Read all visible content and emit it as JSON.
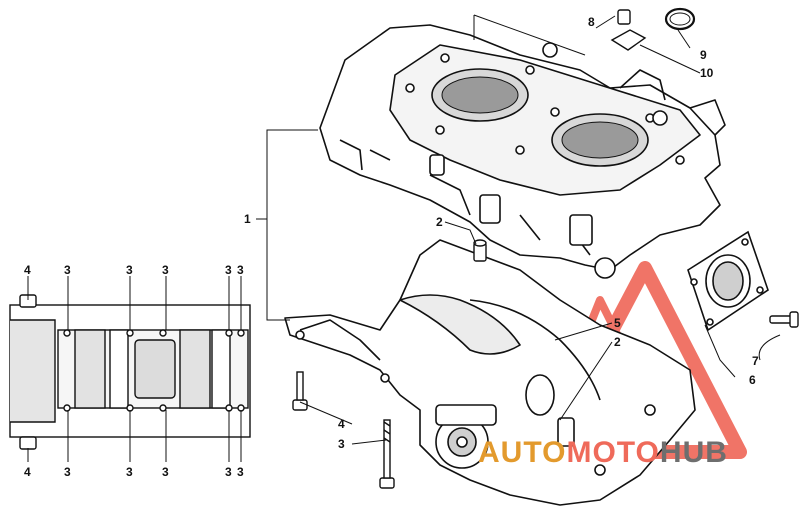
{
  "callouts": {
    "c1": "1",
    "c2a": "2",
    "c2b": "2",
    "c3_main": "3",
    "c4_main": "4",
    "c5": "5",
    "c6": "6",
    "c7": "7",
    "c8": "8",
    "c9": "9",
    "c10": "10",
    "plan_top": [
      "4",
      "3",
      "3",
      "3",
      "3",
      "3"
    ],
    "plan_bottom": [
      "4",
      "3",
      "3",
      "3",
      "3",
      "3"
    ]
  },
  "watermark": {
    "part1": "AUTO",
    "part2": "MOTO",
    "part3": "HUB"
  },
  "colors": {
    "line": "#111111",
    "watermark_red": "#ee5c4d",
    "watermark_orange": "#e39a2d",
    "watermark_gray": "#6e6e6e"
  }
}
